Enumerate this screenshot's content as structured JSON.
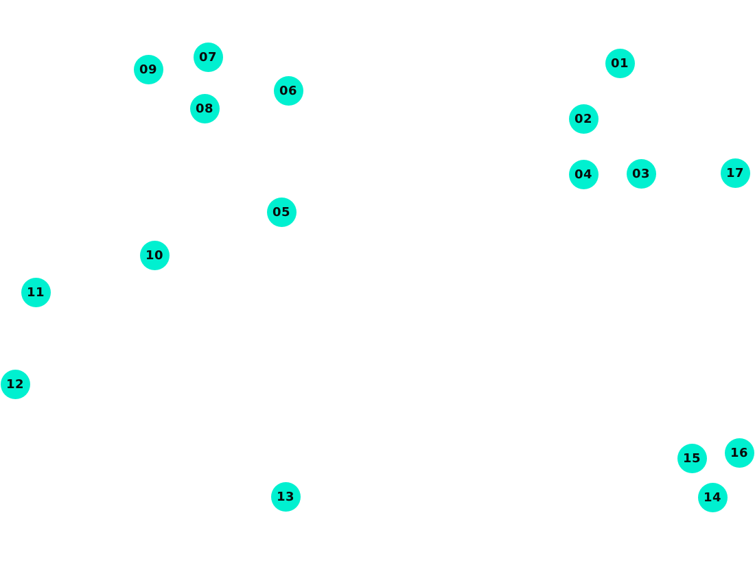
{
  "style": {
    "marker_color": "#00f0d0",
    "label_color": "#0a0a0a",
    "background": "#ffffff"
  },
  "markers": [
    {
      "label": "01"
    },
    {
      "label": "02"
    },
    {
      "label": "03"
    },
    {
      "label": "04"
    },
    {
      "label": "05"
    },
    {
      "label": "06"
    },
    {
      "label": "07"
    },
    {
      "label": "08"
    },
    {
      "label": "09"
    },
    {
      "label": "10"
    },
    {
      "label": "11"
    },
    {
      "label": "12"
    },
    {
      "label": "13"
    },
    {
      "label": "14"
    },
    {
      "label": "15"
    },
    {
      "label": "16"
    },
    {
      "label": "17"
    }
  ]
}
